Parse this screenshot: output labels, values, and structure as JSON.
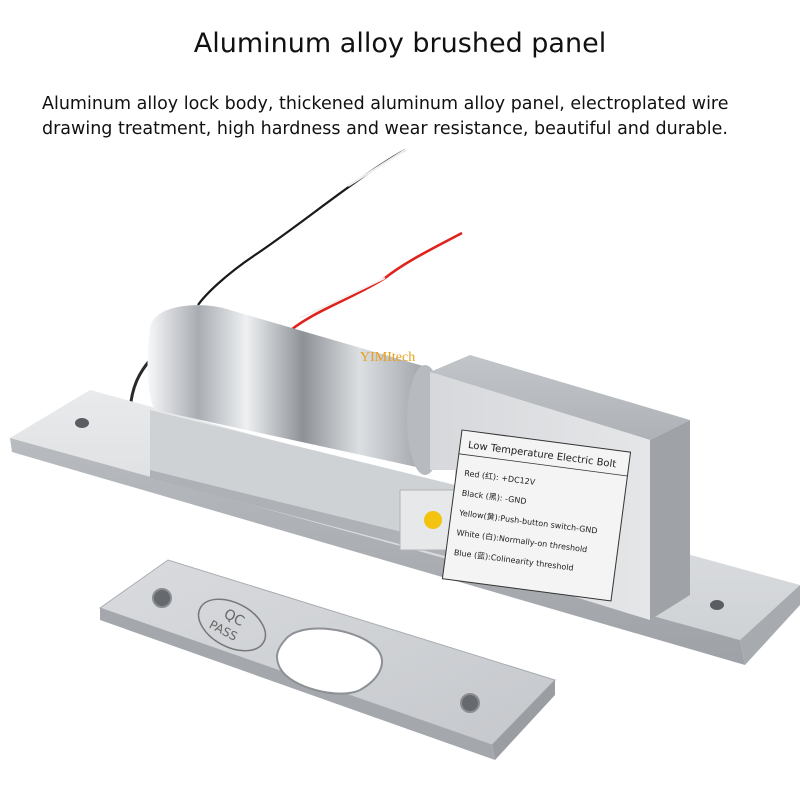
{
  "header": {
    "title": "Aluminum alloy brushed panel",
    "description": "Aluminum alloy lock body, thickened aluminum alloy panel, electroplated wire drawing treatment, high hardness and wear resistance, beautiful and durable."
  },
  "photo": {
    "watermark": "YIMItech",
    "label": {
      "title": "Low Temperature Electric Bolt",
      "rows": [
        "Red  (红): +DC12V",
        "Black (黑): -GND",
        "Yellow(黄):Push-button switch-GND",
        "White (白):Normally-on threshold",
        "Blue  (蓝):Colinearity threshold"
      ]
    },
    "strike_plate_text": [
      "QC",
      "PASS"
    ]
  },
  "colors": {
    "aluminum": "#d8dadc",
    "chrome": "#c9ccd0",
    "wire_red": "#e0221c",
    "wire_black": "#1a1a1a",
    "watermark": "#e8a01a"
  }
}
